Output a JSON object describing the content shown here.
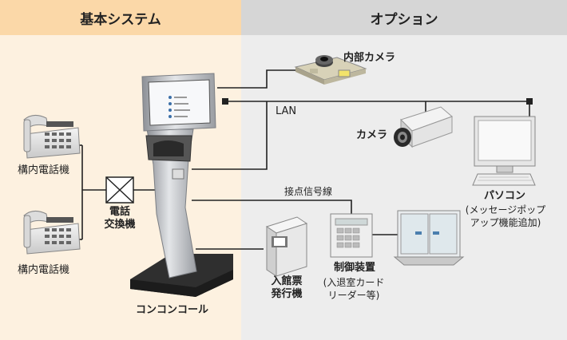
{
  "headers": {
    "basic": "基本システム",
    "option": "オプション"
  },
  "labels": {
    "phone_top": "構内電話機",
    "phone_bottom": "構内電話機",
    "exchange": [
      "電話",
      "交換機"
    ],
    "kiosk": "コンコンコール",
    "internal_camera": "内部カメラ",
    "lan": "LAN",
    "camera": "カメラ",
    "pc": "パソコン",
    "pc_note": [
      "(メッセージポップ",
      "アップ機能追加)"
    ],
    "contact_line": "接点信号線",
    "ticket_machine": [
      "入館票",
      "発行機"
    ],
    "controller": "制御装置",
    "controller_note": [
      "(入退室カード",
      "リーダー等)"
    ]
  },
  "colors": {
    "basic_bg": "#fdf1e0",
    "basic_header": "#fbd8a8",
    "option_bg": "#ededed",
    "option_header": "#d6d6d6",
    "line": "#222222",
    "kiosk_silver": "#b9bcc0",
    "kiosk_base": "#3a3a3a"
  }
}
